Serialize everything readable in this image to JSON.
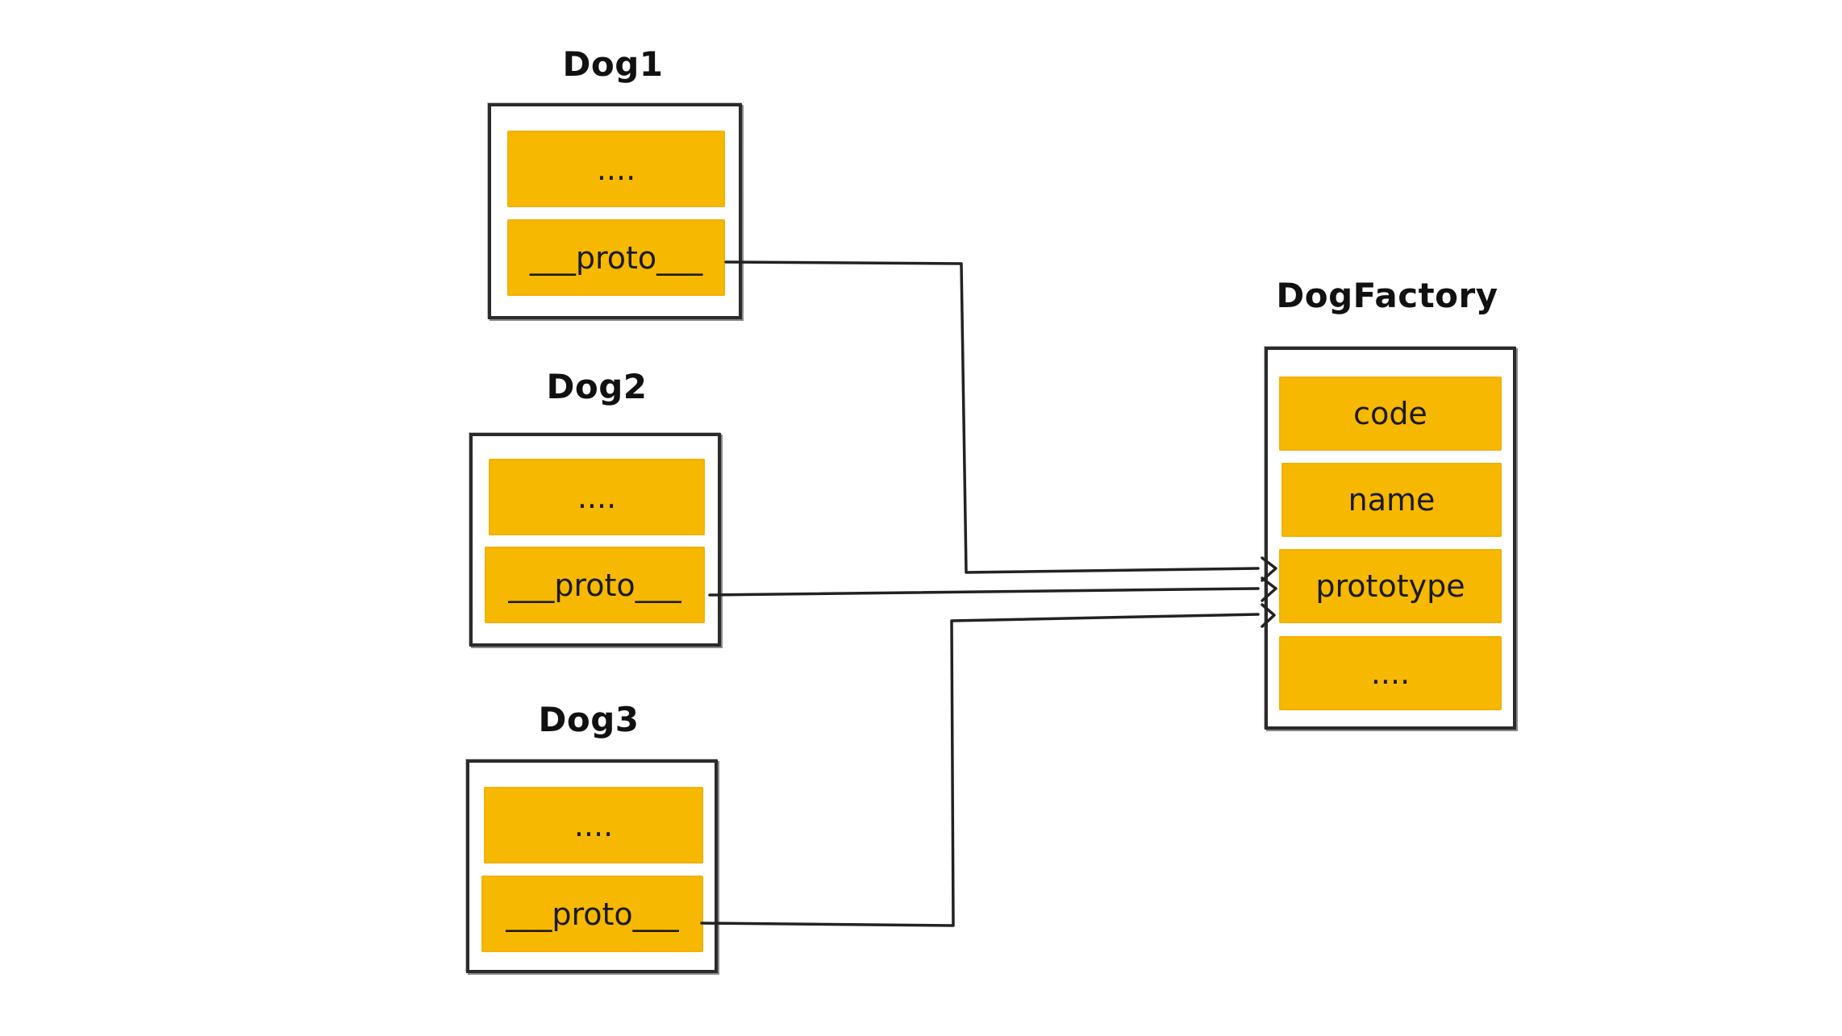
{
  "dog1": {
    "title": "Dog1",
    "slot_top": "....",
    "slot_bottom": "___proto___"
  },
  "dog2": {
    "title": "Dog2",
    "slot_top": "....",
    "slot_bottom": "___proto___"
  },
  "dog3": {
    "title": "Dog3",
    "slot_top": "....",
    "slot_bottom": "___proto___"
  },
  "factory": {
    "title": "DogFactory",
    "slots": [
      "code",
      "name",
      "prototype",
      "...."
    ]
  },
  "colors": {
    "slot_fill": "#f6b800",
    "line": "#222222"
  }
}
